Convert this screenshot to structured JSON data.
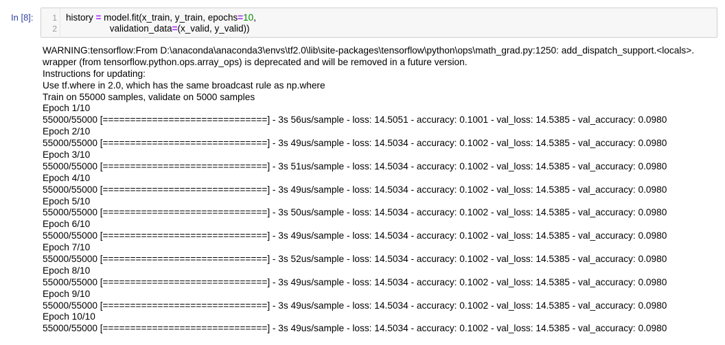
{
  "prompt": "In [8]:",
  "code": {
    "line_numbers": [
      "1",
      "2"
    ],
    "line1": {
      "var": "history",
      "op1": "=",
      "call": " model.fit(x_train, y_train, epochs",
      "op2": "=",
      "num": "10",
      "end": ","
    },
    "line2": {
      "indent": "                 validation_data",
      "op": "=",
      "rest": "(x_valid, y_valid))"
    }
  },
  "output_lines": [
    "WARNING:tensorflow:From D:\\anaconda\\anaconda3\\envs\\tf2.0\\lib\\site-packages\\tensorflow\\python\\ops\\math_grad.py:1250: add_dispatch_support.<locals>.",
    "wrapper (from tensorflow.python.ops.array_ops) is deprecated and will be removed in a future version.",
    "Instructions for updating:",
    "Use tf.where in 2.0, which has the same broadcast rule as np.where",
    "Train on 55000 samples, validate on 5000 samples",
    "Epoch 1/10",
    "55000/55000 [==============================] - 3s 56us/sample - loss: 14.5051 - accuracy: 0.1001 - val_loss: 14.5385 - val_accuracy: 0.0980",
    "Epoch 2/10",
    "55000/55000 [==============================] - 3s 49us/sample - loss: 14.5034 - accuracy: 0.1002 - val_loss: 14.5385 - val_accuracy: 0.0980",
    "Epoch 3/10",
    "55000/55000 [==============================] - 3s 51us/sample - loss: 14.5034 - accuracy: 0.1002 - val_loss: 14.5385 - val_accuracy: 0.0980",
    "Epoch 4/10",
    "55000/55000 [==============================] - 3s 49us/sample - loss: 14.5034 - accuracy: 0.1002 - val_loss: 14.5385 - val_accuracy: 0.0980",
    "Epoch 5/10",
    "55000/55000 [==============================] - 3s 50us/sample - loss: 14.5034 - accuracy: 0.1002 - val_loss: 14.5385 - val_accuracy: 0.0980",
    "Epoch 6/10",
    "55000/55000 [==============================] - 3s 49us/sample - loss: 14.5034 - accuracy: 0.1002 - val_loss: 14.5385 - val_accuracy: 0.0980",
    "Epoch 7/10",
    "55000/55000 [==============================] - 3s 52us/sample - loss: 14.5034 - accuracy: 0.1002 - val_loss: 14.5385 - val_accuracy: 0.0980",
    "Epoch 8/10",
    "55000/55000 [==============================] - 3s 49us/sample - loss: 14.5034 - accuracy: 0.1002 - val_loss: 14.5385 - val_accuracy: 0.0980",
    "Epoch 9/10",
    "55000/55000 [==============================] - 3s 49us/sample - loss: 14.5034 - accuracy: 0.1002 - val_loss: 14.5385 - val_accuracy: 0.0980",
    "Epoch 10/10",
    "55000/55000 [==============================] - 3s 49us/sample - loss: 14.5034 - accuracy: 0.1002 - val_loss: 14.5385 - val_accuracy: 0.0980"
  ],
  "colors": {
    "prompt": "#303f9f",
    "operator": "#aa22ff",
    "number": "#008800",
    "code_background": "#f7f7f7",
    "code_border": "#cfcfcf"
  }
}
